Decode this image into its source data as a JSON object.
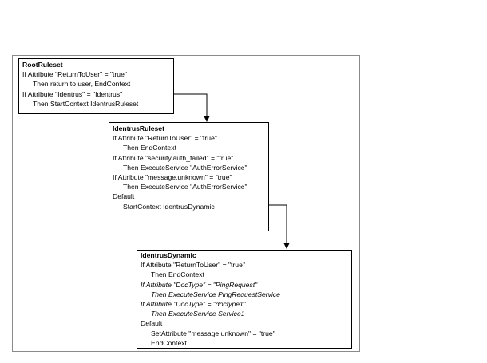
{
  "boxes": {
    "root": {
      "title": "RootRuleset",
      "lines": [
        {
          "text": "If Attribute \"ReturnToUser\" = \"true\"",
          "indent": false,
          "italic": false
        },
        {
          "text": "Then return to user, EndContext",
          "indent": true,
          "italic": false
        },
        {
          "text": "If Attribute \"Identrus\" = \"Identrus\"",
          "indent": false,
          "italic": false
        },
        {
          "text": "Then StartContext IdentrusRuleset",
          "indent": true,
          "italic": false
        }
      ]
    },
    "identrus": {
      "title": "IdentrusRuleset",
      "lines": [
        {
          "text": "If Attribute \"ReturnToUser\" = \"true\"",
          "indent": false,
          "italic": false
        },
        {
          "text": "Then EndContext",
          "indent": true,
          "italic": false
        },
        {
          "text": "If Attribute \"security.auth_failed\" = \"true\"",
          "indent": false,
          "italic": false
        },
        {
          "text": "Then ExecuteService \"AuthErrorService\"",
          "indent": true,
          "italic": false
        },
        {
          "text": "If Attribute \"message.unknown\" = \"true\"",
          "indent": false,
          "italic": false
        },
        {
          "text": "Then ExecuteService \"AuthErrorService\"",
          "indent": true,
          "italic": false
        },
        {
          "text": "Default",
          "indent": false,
          "italic": false
        },
        {
          "text": "StartContext IdentrusDynamic",
          "indent": true,
          "italic": false
        }
      ]
    },
    "dynamic": {
      "title": "IdentrusDynamic",
      "lines": [
        {
          "text": "If Attribute \"ReturnToUser\" = \"true\"",
          "indent": false,
          "italic": false
        },
        {
          "text": "Then EndContext",
          "indent": true,
          "italic": false
        },
        {
          "text": "If Attribute \"DocType\" = \"PingRequest\"",
          "indent": false,
          "italic": true
        },
        {
          "text": "Then ExecuteService PingRequestService",
          "indent": true,
          "italic": true
        },
        {
          "text": "If Attribute \"DocType\" = \"doctype1\"",
          "indent": false,
          "italic": true
        },
        {
          "text": "Then ExecuteService Service1",
          "indent": true,
          "italic": true
        },
        {
          "text": "Default",
          "indent": false,
          "italic": false
        },
        {
          "text": "SetAttribute \"message.unknown\" = \"true\"",
          "indent": true,
          "italic": false
        },
        {
          "text": "EndContext",
          "indent": true,
          "italic": false
        }
      ]
    }
  },
  "colors": {
    "line": "#000000",
    "frame": "#8a8a8a"
  }
}
